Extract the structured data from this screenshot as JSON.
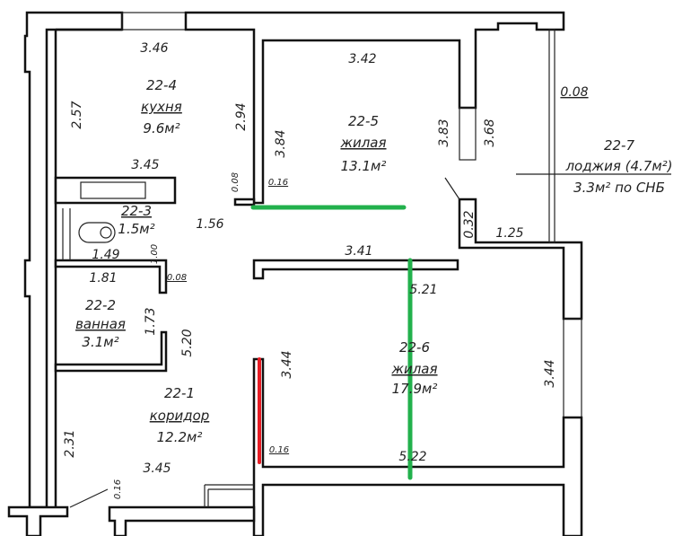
{
  "rooms": {
    "kitchen": {
      "id": "22-4",
      "name": "кухня",
      "area": "9.6м²"
    },
    "living_small": {
      "id": "22-5",
      "name": "жилая",
      "area": "13.1м²"
    },
    "toilet": {
      "id": "22-3",
      "area": "1.5м²"
    },
    "bathroom": {
      "id": "22-2",
      "name": "ванная",
      "area": "3.1м²"
    },
    "corridor": {
      "id": "22-1",
      "name": "коридор",
      "area": "12.2м²"
    },
    "living_large": {
      "id": "22-6",
      "name": "жилая",
      "area": "17.9м²"
    },
    "loggia": {
      "id": "22-7",
      "name": "лоджия (4.7м²)",
      "area": "3.3м² по СНБ"
    }
  },
  "dimensions": {
    "kitchen_top": "3.46",
    "kitchen_left": "2.57",
    "kitchen_right": "2.94",
    "kitchen_bottom": "3.45",
    "niche_a": "0.08",
    "wall_a": "0.16",
    "r5_left": "3.84",
    "r5_top": "3.42",
    "r5_right": "3.83",
    "r5_window": "3.68",
    "loggia_wall": "0.08",
    "loggia_stub": "0.32",
    "loggia_bottom": "1.25",
    "hall_width": "1.56",
    "toilet_width": "1.49",
    "toilet_door": "1.00",
    "r6_top_a": "3.41",
    "r6_top_b": "5.21",
    "bath_top": "1.81",
    "bath_wall": "0.08",
    "bath_right": "1.73",
    "hall_length": "5.20",
    "r6_left": "3.44",
    "r6_right": "3.44",
    "corr_left": "2.31",
    "corr_bottom": "3.45",
    "wall_b": "0.16",
    "wall_c": "0.16",
    "r6_bottom": "5.22"
  },
  "colors": {
    "highlight_green": "#22b14c",
    "highlight_red": "#e81c24"
  }
}
